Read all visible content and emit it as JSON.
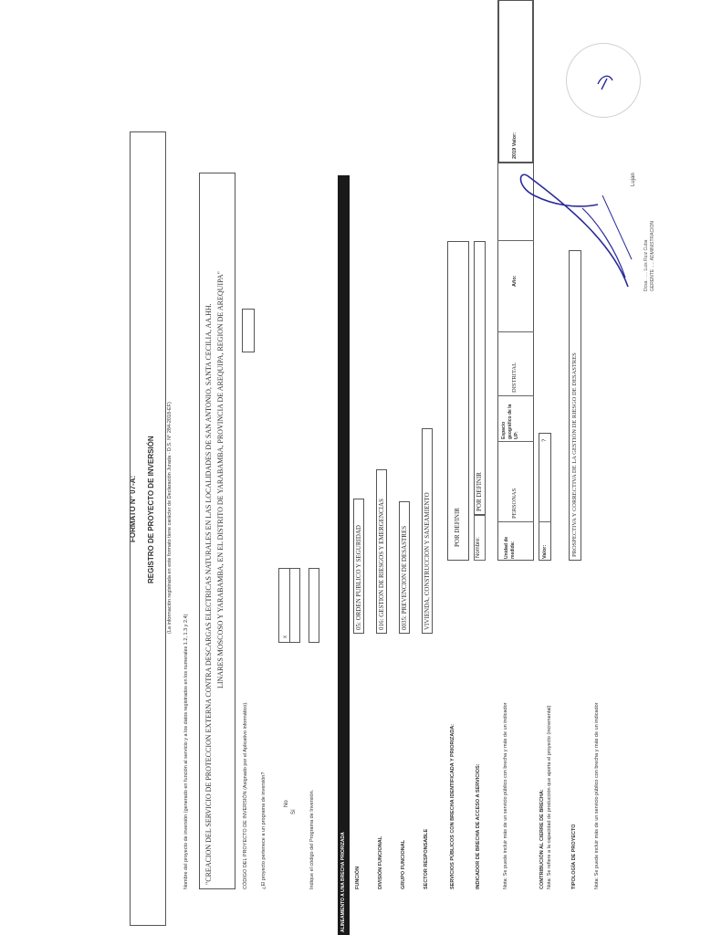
{
  "header": {
    "format_title": "FORMATO N° 07-A:",
    "form_title": "REGISTRO DE PROYECTO DE INVERSIÓN",
    "declaration_note": "(La información registrada en este formato tiene carácter de Declaración Jurada - D.S. N° 284-2018-EF)"
  },
  "project_name": {
    "label": "Nombre del proyecto de inversión (generado en función al servicio y a los datos registrados en los numerales 1.2, 1.3 y 2.4)",
    "value_line1": "\"CREACION DEL SERVICIO DE PROTECCION EXTERNA CONTRA DESCARGAS ELECTRICAS NATURALES EN LAS LOCALIDADES DE SAN ANTONIO, SANTA CECILIA, AA.HH.",
    "value_line2": "LINARES MOSCOSO Y YARABAMBA, EN EL DISTRITO DE YARABAMBA, PROVINCIA DE AREQUIPA, REGION DE AREQUIPA\""
  },
  "investment_code": {
    "label": "CÓDIGO DEL PROYECTO DE INVERSIÓN (Asignado por el Aplicativo informático)."
  },
  "program": {
    "question": "¿El proyecto pertenece a un programa de inversión?",
    "option_no": "No",
    "option_si": "Sí",
    "marked": "x",
    "code_label": "Indique el código del Programa de Inversión."
  },
  "section_bar": {
    "label": "ALINEAMIENTO A UNA BRECHA PRIORIZADA"
  },
  "classification": {
    "funcion_label": "FUNCIÓN",
    "funcion_value": "05: ORDEN PUBLICO Y SEGURIDAD",
    "division_label": "DIVISIÓN FUNCIONAL",
    "division_value": "016: GESTION DE RIESGOS Y EMERGENCIAS",
    "grupo_label": "GRUPO FUNCIONAL",
    "grupo_value": "0035: PREVENCION DE DESASTRES",
    "sector_label": "SECTOR RESPONSABLE",
    "sector_value": "VIVIENDA, CONSTRUCCION Y SANEAMIENTO"
  },
  "services": {
    "label": "SERVICIOS PÚBLICOS CON BRECHA IDENTIFICADA Y PRIORIZADA:",
    "value": "POR DEFINIR"
  },
  "indicator": {
    "label": "INDICADOR DE BRECHA DE ACCESO A SERVICIOS:",
    "nombre_label": "Nombre:",
    "nombre_value": "POR DEFINIR",
    "note": "Nota: Se puede incluir más de un servicio público con brecha y más de un indicador",
    "unidad_label": "Unidad de medida:",
    "unidad_value": "PERSONAS",
    "espacio_label": "Espacio geográfico de la UP:",
    "espacio_value": "DISTRITAL",
    "anio_label": "Año:",
    "anio_value": "",
    "valor_right_label": "2019 Valor:",
    "valor_right_value": ""
  },
  "contribution": {
    "label": "CONTRIBUCIÓN AL CIERRE DE BRECHA:",
    "note": "Nota: Se refiere a la capacidad de producción que aporta el proyecto (incremental)",
    "valor_label": "Valor:",
    "valor_value": "?"
  },
  "typology": {
    "label": "TIPOLOGÍA DE PROYECTO",
    "value": "PROSPECTIVA Y CORRECTIVA DE LA GESTIÓN DE RIESGO DE DESASTRES"
  },
  "final_note": "Nota: Se puede incluir más de un servicio público con brecha y más de un indicador",
  "signature": {
    "annotation": "Lujan",
    "stamp_text": "Dcsa. ..... Luis Ruiz Cuba\nGERENTE ..... ADMINISTRACION"
  }
}
